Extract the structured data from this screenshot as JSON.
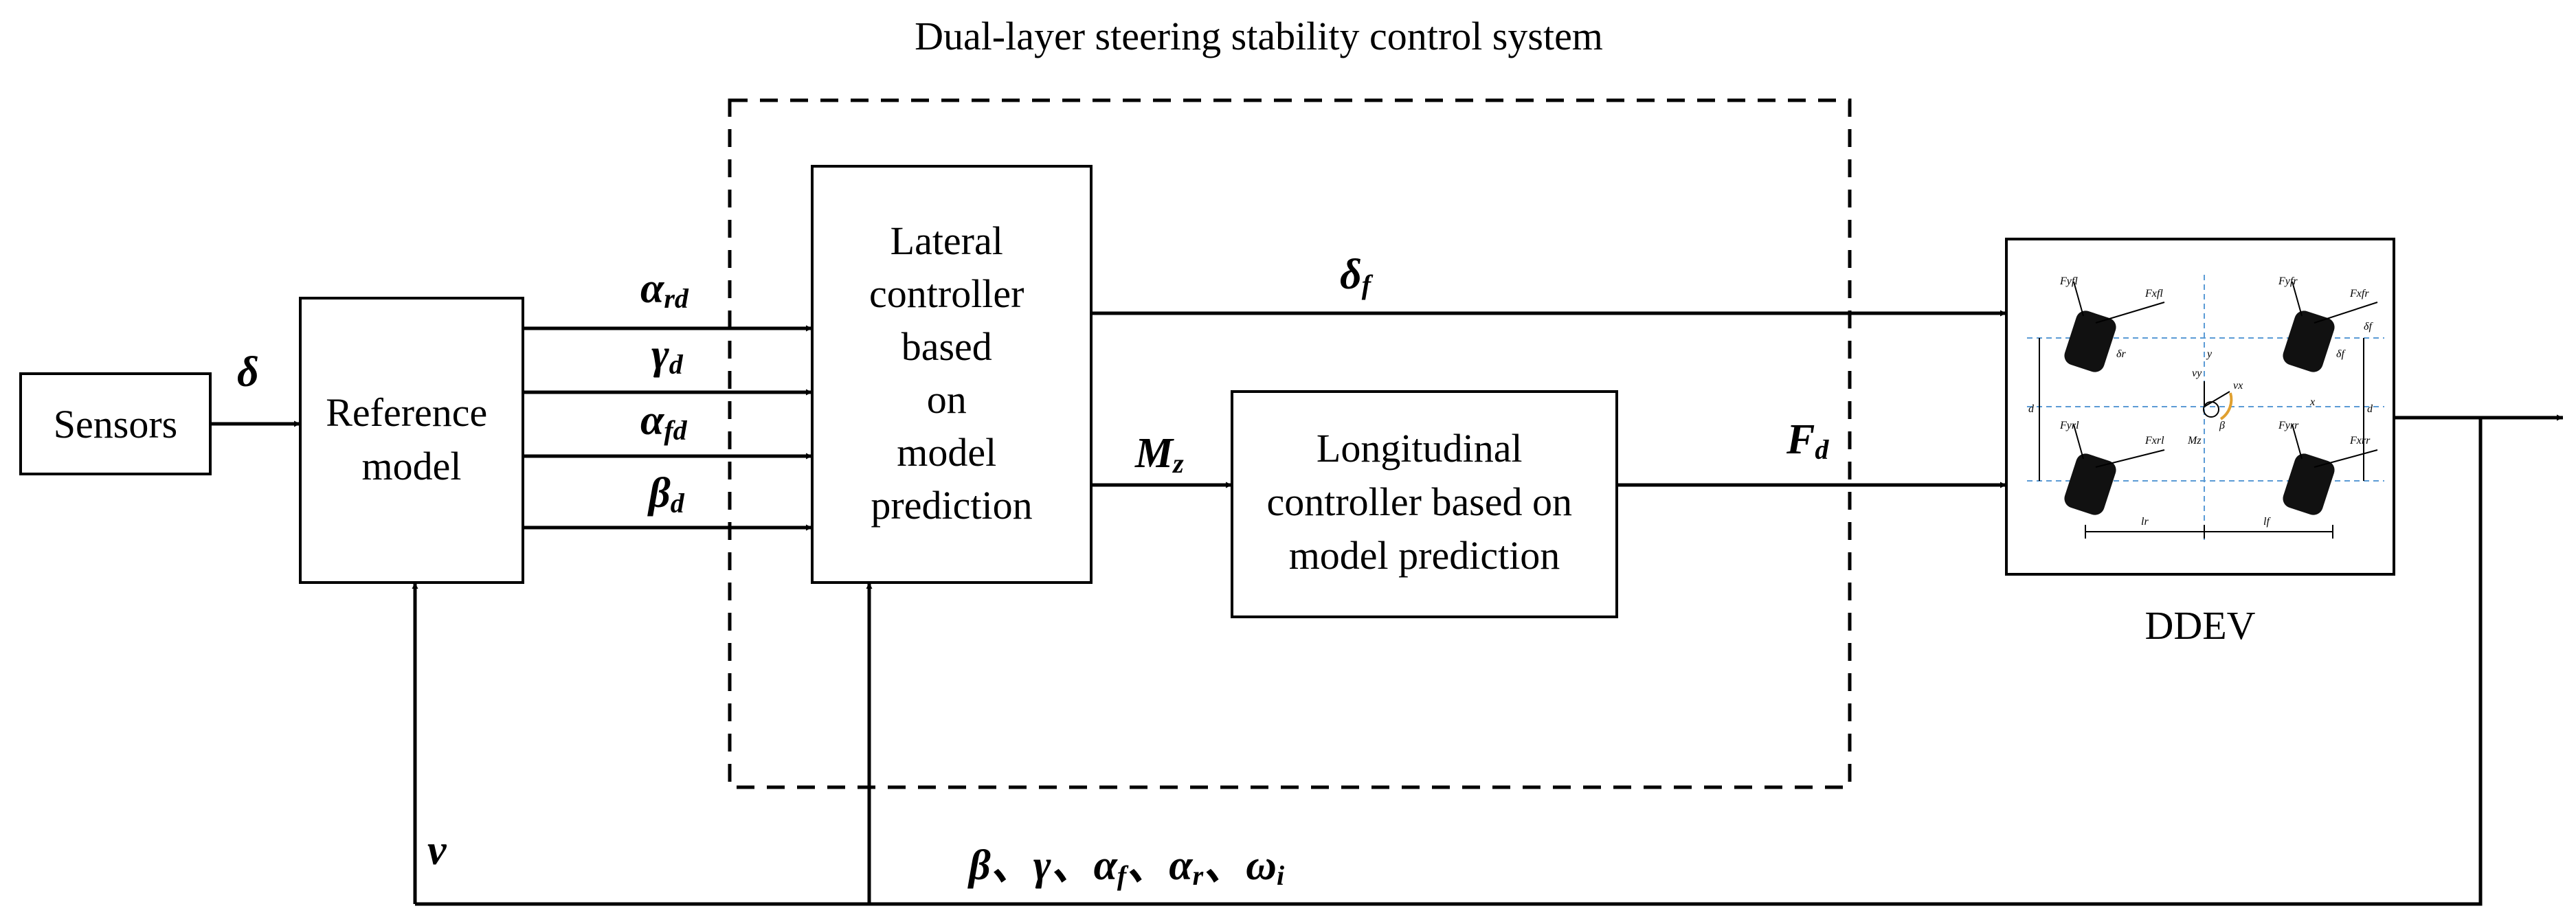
{
  "title": "Dual-layer steering stability control system",
  "blocks": {
    "sensors": [
      "Sensors"
    ],
    "reference_model": [
      "Reference",
      "model"
    ],
    "lateral_controller": [
      "Lateral",
      "controller",
      "based",
      "on",
      "model",
      "prediction"
    ],
    "longitudinal_controller": [
      "Longitudinal",
      "controller based on",
      "model prediction"
    ],
    "vehicle_label": "DDEV"
  },
  "signals": {
    "steer_input": {
      "main": "δ",
      "sub": ""
    },
    "alpha_rd": {
      "main": "α",
      "sub": "rd"
    },
    "gamma_d": {
      "main": "γ",
      "sub": "d"
    },
    "alpha_fd": {
      "main": "α",
      "sub": "fd"
    },
    "beta_d": {
      "main": "β",
      "sub": "d"
    },
    "delta_f": {
      "main": "δ",
      "sub": "f"
    },
    "Mz": {
      "main": "M",
      "sub": "z"
    },
    "Fd": {
      "main": "F",
      "sub": "d"
    },
    "v": {
      "main": "v",
      "sub": ""
    }
  },
  "feedback_signals": [
    {
      "main": "β",
      "sub": "",
      "sep": "、"
    },
    {
      "main": "γ",
      "sub": "",
      "sep": "、"
    },
    {
      "main": "α",
      "sub": "f",
      "sep": "、"
    },
    {
      "main": "α",
      "sub": "r",
      "sep": "、"
    },
    {
      "main": "ω",
      "sub": "i",
      "sep": ""
    }
  ],
  "vehicle_figure_labels": [
    "Fyfl",
    "Fxfl",
    "Fyrl",
    "Fxrl",
    "Fyfr",
    "Fxfr",
    "Fyrr",
    "Fxrr",
    "vy",
    "vx",
    "x",
    "y",
    "β",
    "Mz",
    "lr",
    "lf",
    "d",
    "d",
    "δr",
    "δf",
    "δf"
  ],
  "colors": {
    "line": "#000000",
    "background": "#ffffff",
    "axis": "#5b9bd5",
    "moment": "#e0a030"
  }
}
